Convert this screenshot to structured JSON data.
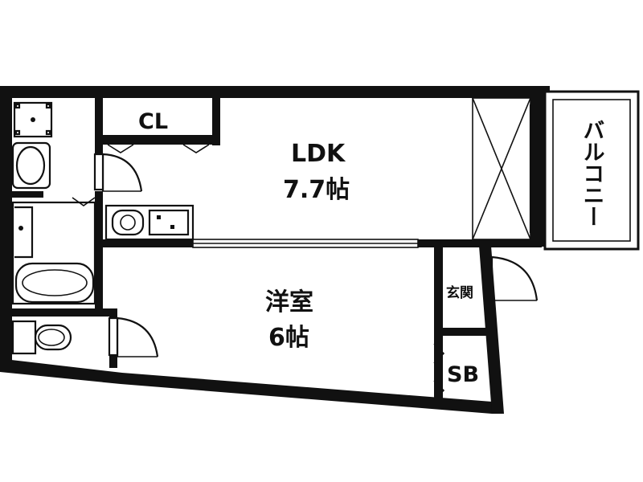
{
  "rooms": {
    "ldk": {
      "name": "LDK",
      "size": "7.7帖"
    },
    "western": {
      "name": "洋室",
      "size": "6帖"
    },
    "closet": "CL",
    "balcony": "バルコニー",
    "entrance": "玄関",
    "shoe_box": "SB"
  },
  "colors": {
    "wall": "#111111",
    "background": "#ffffff"
  }
}
